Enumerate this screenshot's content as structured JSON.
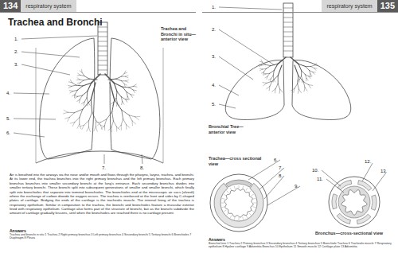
{
  "diagram": {
    "title": "Trachea and Bronchi",
    "nodes": [
      {
        "text": [
          "134",
          "respiratory system"
        ]
      },
      {
        "text": [
          "respiratory system",
          "135"
        ]
      }
    ],
    "labels": [
      "Trachea and Bronchi in situ—anterior view",
      "1.",
      "2.",
      "3.",
      "4.",
      "5.",
      "6.",
      "7.",
      "8.",
      "Air is breathed into the airways via the nose and/or mouth and flows through the pharynx, larynx, trachea, and bronchi. At its lower end, the trachea branches into the right primary bronchus and the left primary bronchus. Each primary bronchus branches into smaller secondary bronchi at the lung's entrance. Each secondary bronchus divides into smaller tertiary bronchi. These bronchi split into subsequent generations of smaller and smaller bronchi, which finally split into bronchioles that separate into terminal bronchioles. The bronchioles end at the microscopic air sacs (alveoli) where the exchange of carbon dioxide for oxygen occurs. The trachea is reinforced at the front and sides by C-shaped plates of cartilage. Bridging the ends of the cartilage is the trachealis muscle. The internal lining of the trachea is respiratory epithelium. Similar in composition to the trachea, the bronchi and bronchioles feature a muscular exterior lined with respiratory epithelium. Cartilage also forms part of the structure of bronchi, but as the bronchi subdivide the amount of cartilage gradually lessens, until when the bronchioles are reached there is no cartilage present.",
      "Answers",
      "Trachea and bronchi in situ 1 Trachea 2 Right primary bronchus 3 Left primary bronchus 4 Secondary bronchi 5 Tertiary bronchi 6 Bronchioles 7 Diaphragm 8 Pleura",
      "1.",
      "2.",
      "3.",
      "4.",
      "5.",
      "Bronchial Tree—anterior view",
      "Trachea—cross sectional view",
      "6.",
      "7.",
      "8.",
      "9.",
      "10.",
      "11.",
      "12.",
      "13.",
      "Bronchus—cross-sectional view",
      "Answers",
      "Bronchial tree 1 Trachea 2 Primary bronchus 3 Secondary bronchus 4 Tertiary bronchus 5 Bronchiole Trachea 6 Trachealis muscle 7 Respiratory epithelium 8 Hyaline cartilage 9 Adventitia Bronchus 10 Epithelium 11 Smooth muscle 12 Cartilage plate 13 Adventitia"
    ]
  }
}
